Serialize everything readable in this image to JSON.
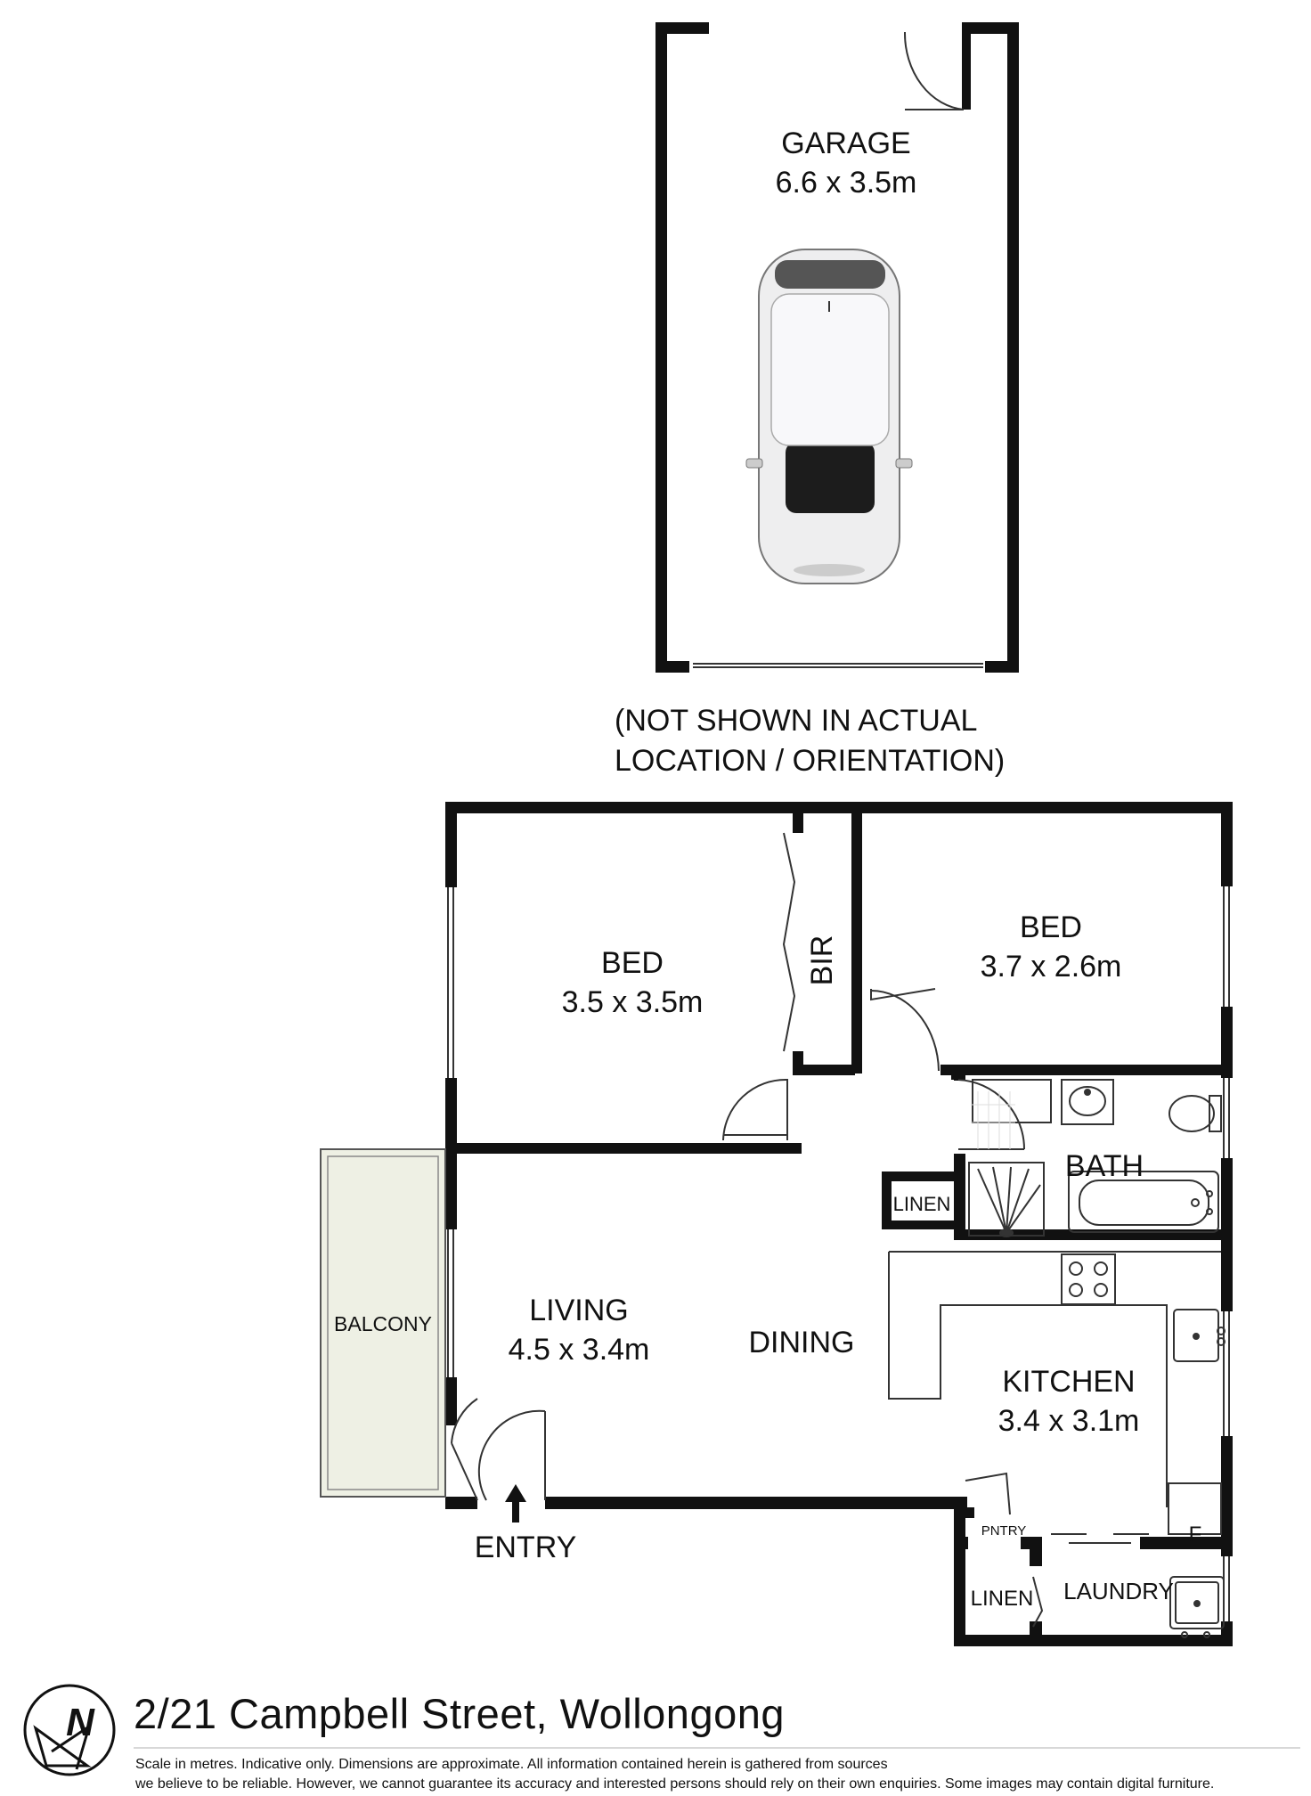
{
  "rooms": {
    "garage": {
      "name": "GARAGE",
      "size": "6.6 x 3.5m"
    },
    "note_line1": "(NOT SHOWN IN ACTUAL",
    "note_line2": "LOCATION / ORIENTATION)",
    "bed1": {
      "name": "BED",
      "size": "3.5 x 3.5m"
    },
    "bir": "BIR",
    "bed2": {
      "name": "BED",
      "size": "3.7 x 2.6m"
    },
    "bath": "BATH",
    "linen": "LINEN",
    "balcony": "BALCONY",
    "living": {
      "name": "LIVING",
      "size": "4.5 x 3.4m"
    },
    "dining": "DINING",
    "kitchen": {
      "name": "KITCHEN",
      "size": "3.4 x 3.1m"
    },
    "pantry": "PNTRY",
    "fridge": "F",
    "linen2": "LINEN",
    "laundry": "LAUNDRY",
    "entry": "ENTRY"
  },
  "footer": {
    "address": "2/21 Campbell Street, Wollongong",
    "disclaimer1": "Scale in metres. Indicative only. Dimensions are approximate. All information contained herein is gathered from sources",
    "disclaimer2": "we believe to be reliable. However, we cannot guarantee its accuracy and interested persons should rely on their own enquiries. Some images may contain digital furniture.",
    "compass_letter": "N"
  },
  "colors": {
    "wall": "#111111",
    "balcony": "#eef0e4",
    "fixture": "#444444"
  }
}
